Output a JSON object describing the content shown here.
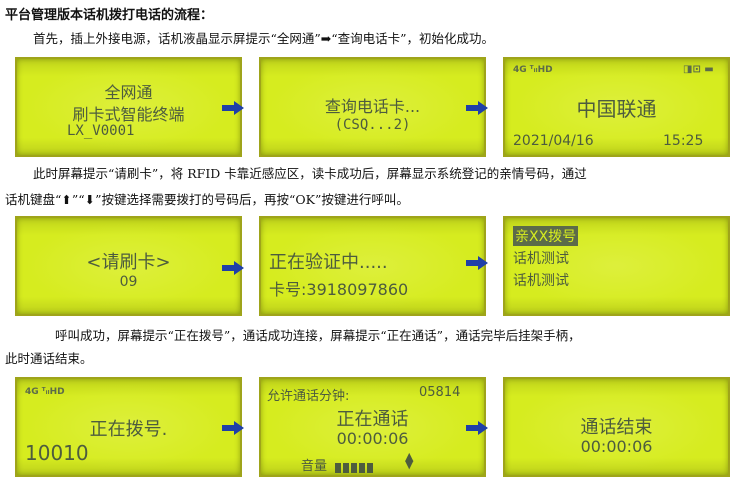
{
  "document": {
    "title": "平台管理版本话机拨打电话的流程：",
    "paragraph1": "首先，插上外接电源，话机液晶显示屏提示“全网通”➡“查询电话卡”，初始化成功。",
    "paragraph2_line1": "此时屏幕提示“请刷卡”，将 RFID 卡靠近感应区，读卡成功后，屏幕显示系统登记的亲情号码，通过",
    "paragraph2_line2": "话机键盘“⬆”“⬇”按键选择需要拨打的号码后，再按“OK”按键进行呼叫。",
    "paragraph3_line1": "呼叫成功，屏幕提示“正在拨号”，通话成功连接，屏幕提示“正在通话”，通话完毕后挂架手柄，",
    "paragraph3_line2": "此时通话结束。"
  },
  "screens": {
    "s1": {
      "line1": "全网通",
      "line2": "刷卡式智能终端",
      "line3": "LX_V0001"
    },
    "s2": {
      "line1": "查询电话卡...",
      "line2": "(CSQ...2)"
    },
    "s3": {
      "status_left": "4G ᵀᵢₗHD",
      "status_right": "◨⊡ ▬",
      "carrier": "中国联通",
      "date": "2021/04/16",
      "time": "15:25"
    },
    "s4": {
      "line1": "<请刷卡>",
      "line2": "09"
    },
    "s5": {
      "line1": "正在验证中.....",
      "line2": "卡号:3918097860"
    },
    "s6": {
      "item1": "亲XX拨号",
      "item2": "话机测试",
      "item3": "话机测试"
    },
    "s7": {
      "status": "4G ᵀᵢₗHD",
      "line1": "正在拨号.",
      "line2": "10010"
    },
    "s8": {
      "header_label": "允许通话分钟:",
      "header_value": "05814",
      "line1": "正在通话",
      "line2": "00:00:06",
      "volume_label": "音量"
    },
    "s9": {
      "line1": "通话结束",
      "line2": "00:00:06"
    }
  },
  "colors": {
    "lcd": "#d6ec1f",
    "lcd_text": "#4d5c3e",
    "arrow": "#1f3fa8"
  },
  "icons": [
    "right-arrow-icon",
    "up-down-icon",
    "signal-icon",
    "battery-icon"
  ]
}
